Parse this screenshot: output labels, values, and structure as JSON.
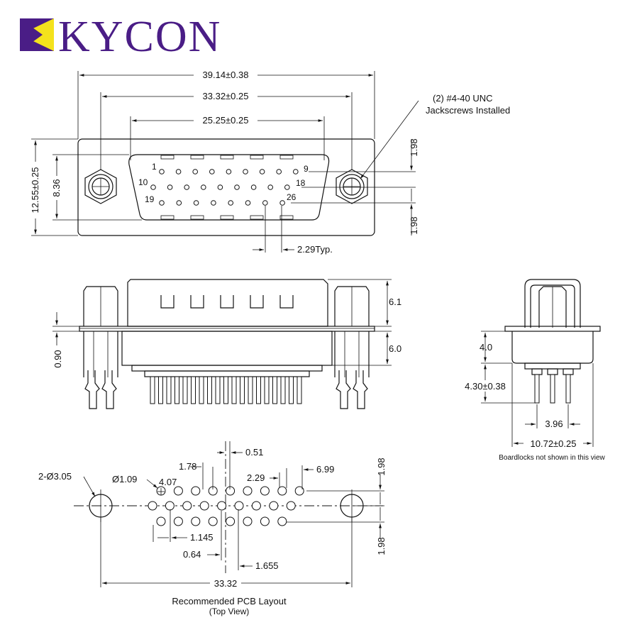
{
  "brand": {
    "name": "KYCON",
    "color": "#4a1d86",
    "accent": "#f4e21c"
  },
  "top_view": {
    "overall_width": "39.14±0.38",
    "jackscrew_spacing": "33.32±0.25",
    "shell_width": "25.25±0.25",
    "height": "12.55±0.25",
    "shell_height": "8.36",
    "row_offset_top": "1.98",
    "row_offset_bottom": "1.98",
    "pin_pitch": "2.29Typ.",
    "jackscrew_note_line1": "(2) #4-40 UNC",
    "jackscrew_note_line2": "Jackscrews Installed",
    "pin_labels": [
      "1",
      "9",
      "10",
      "18",
      "19",
      "26"
    ]
  },
  "side_view": {
    "upper_height": "6.1",
    "lower_height": "6.0",
    "flange_thickness": "0.90"
  },
  "end_view": {
    "shell_depth": "4.0",
    "tail_length": "4.30±0.38",
    "row_spacing": "3.96",
    "overall_depth": "10.72±0.25",
    "note": "Boardlocks not shown in this view"
  },
  "pcb_layout": {
    "mount_hole": "2-Ø3.05",
    "pin_hole": "Ø1.09",
    "dim_4_07": "4.07",
    "dim_1_78": "1.78",
    "dim_0_51": "0.51",
    "dim_2_29": "2.29",
    "dim_6_99": "6.99",
    "dim_1_98_top": "1.98",
    "dim_1_98_bottom": "1.98",
    "dim_1_145": "1.145",
    "dim_0_64": "0.64",
    "dim_1_655": "1.655",
    "dim_33_32": "33.32",
    "title": "Recommended PCB Layout",
    "subtitle": "(Top View)"
  }
}
